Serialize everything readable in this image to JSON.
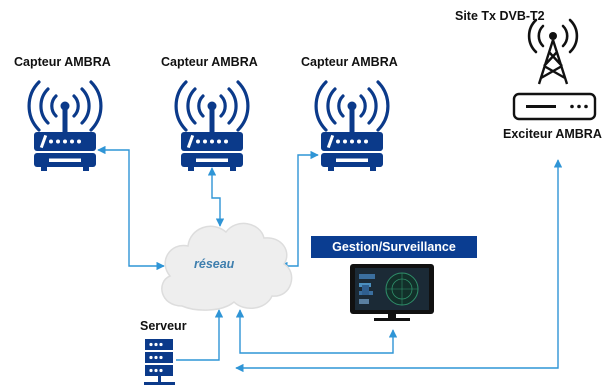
{
  "diagram": {
    "nodes": {
      "capteur_1": {
        "label": "Capteur AMBRA",
        "icon": "wireless-router-icon"
      },
      "capteur_2": {
        "label": "Capteur AMBRA",
        "icon": "wireless-router-icon"
      },
      "capteur_3": {
        "label": "Capteur AMBRA",
        "icon": "wireless-router-icon"
      },
      "site_tx": {
        "label": "Site Tx DVB-T2",
        "icon": "transmission-tower-icon"
      },
      "exciteur": {
        "label": "Exciteur AMBRA",
        "icon": "exciter-device-icon"
      },
      "reseau": {
        "label": "réseau",
        "icon": "cloud-icon"
      },
      "gestion": {
        "label": "Gestion/Surveillance",
        "icon": "monitor-dashboard-icon"
      },
      "serveur": {
        "label": "Serveur",
        "icon": "server-rack-icon"
      }
    },
    "edges": [
      {
        "from": "capteur_1",
        "to": "reseau"
      },
      {
        "from": "capteur_2",
        "to": "reseau"
      },
      {
        "from": "capteur_3",
        "to": "reseau"
      },
      {
        "from": "serveur",
        "to": "reseau"
      },
      {
        "from": "reseau",
        "to": "gestion"
      },
      {
        "from": "serveur",
        "to": "exciteur"
      }
    ],
    "colors": {
      "device": "#0b3a8a",
      "link": "#2f95d6",
      "cloud_fill": "#eeeeee",
      "reseau_text": "#3f7fae",
      "banner_bg": "#0a3d91",
      "tower": "#111111"
    }
  }
}
